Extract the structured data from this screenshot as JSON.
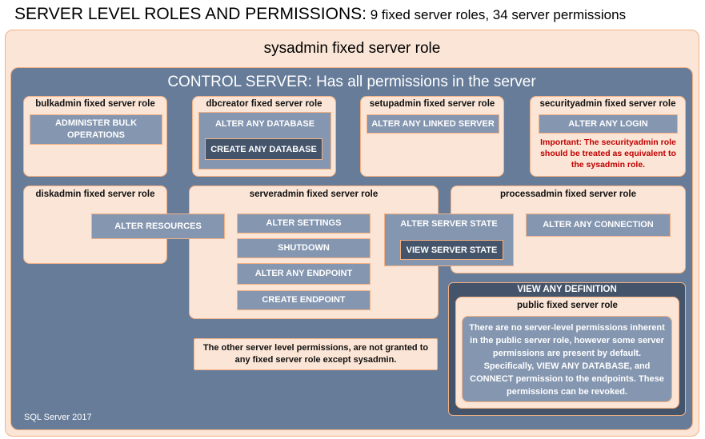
{
  "title": {
    "main": "SERVER LEVEL ROLES AND PERMISSIONS:",
    "sub": " 9 fixed server roles, 34 server permissions"
  },
  "sysadmin": {
    "label": "sysadmin fixed server role"
  },
  "control_server": {
    "label": "CONTROL SERVER: Has all permissions in the server"
  },
  "roles": {
    "bulkadmin": {
      "label": "bulkadmin fixed server role",
      "perms": [
        "ADMINISTER BULK OPERATIONS"
      ]
    },
    "dbcreator": {
      "label": "dbcreator fixed server role",
      "perms": [
        "ALTER ANY DATABASE",
        "CREATE ANY DATABASE"
      ]
    },
    "setupadmin": {
      "label": "setupadmin fixed server role",
      "perms": [
        "ALTER ANY LINKED SERVER"
      ]
    },
    "securityadmin": {
      "label": "securityadmin fixed server role",
      "perms": [
        "ALTER ANY LOGIN"
      ],
      "note": "Important: The securityadmin role should be treated as equivalent to the sysadmin role."
    },
    "diskadmin": {
      "label": "diskadmin fixed server role"
    },
    "serveradmin": {
      "label": "serveradmin fixed server role",
      "perms": [
        "ALTER RESOURCES",
        "ALTER SETTINGS",
        "SHUTDOWN",
        "ALTER ANY ENDPOINT",
        "CREATE ENDPOINT"
      ]
    },
    "processadmin": {
      "label": "processadmin fixed server role",
      "perms": [
        "ALTER SERVER STATE",
        "VIEW SERVER STATE",
        "ALTER ANY CONNECTION"
      ]
    }
  },
  "view_any_definition": {
    "label": "VIEW ANY DEFINITION",
    "public_role": {
      "label": "public fixed server role",
      "text": "There are no server-level permissions inherent in the public server role, however some server permissions are present by default. Specifically,  VIEW ANY DATABASE, and CONNECT permission to the endpoints. These permissions can be revoked."
    }
  },
  "other_note": "The other server level permissions, are not granted to any fixed server role except sysadmin.",
  "footer": "SQL Server 2017",
  "colors": {
    "peach": "#fbe5d6",
    "border": "#f4b183",
    "slate": "#677c99",
    "perm": "#8496b0",
    "dark": "#44546a",
    "important": "#c00000"
  }
}
